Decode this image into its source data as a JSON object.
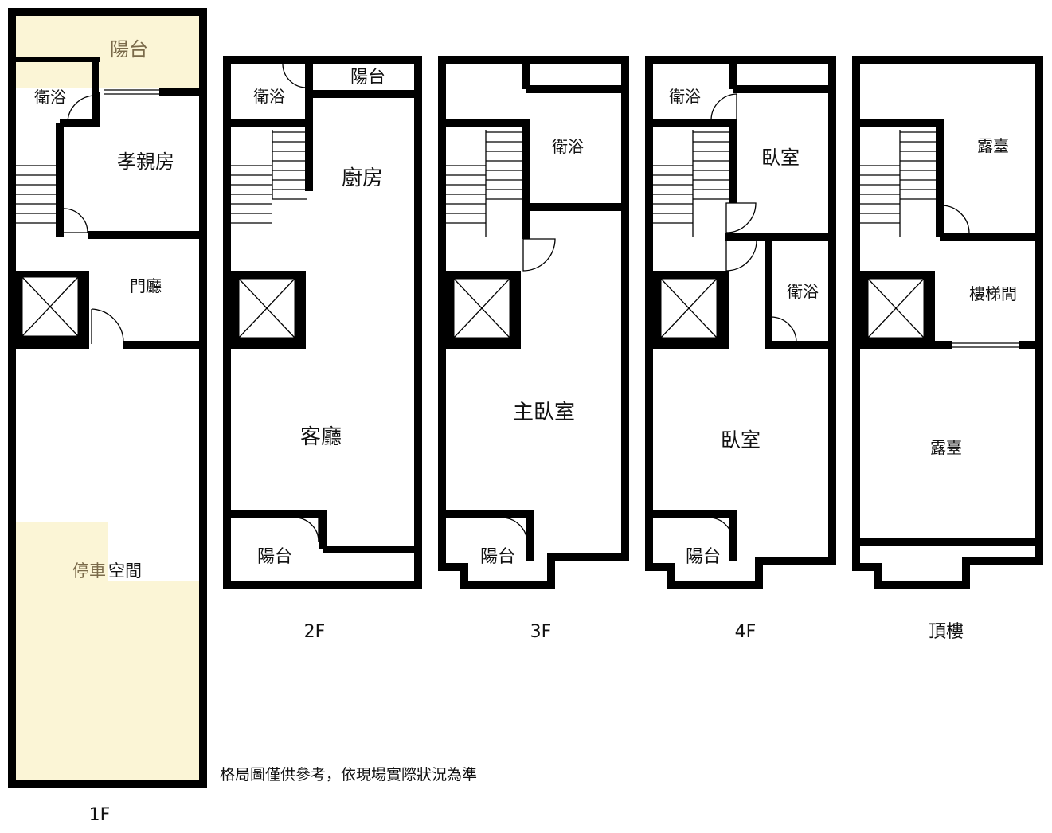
{
  "colors": {
    "wall": "#000000",
    "highlight": "#fbf5d6",
    "background": "#ffffff"
  },
  "floors": [
    {
      "name": "1F",
      "rooms": {
        "balcony": "陽台",
        "bath": "衛浴",
        "parents_room": "孝親房",
        "foyer": "門廳",
        "parking_a": "停車",
        "parking_b": "空間"
      }
    },
    {
      "name": "2F",
      "rooms": {
        "bath": "衛浴",
        "balcony_top": "陽台",
        "kitchen": "廚房",
        "living": "客廳",
        "balcony_bottom": "陽台"
      }
    },
    {
      "name": "3F",
      "rooms": {
        "bath": "衛浴",
        "master": "主臥室",
        "balcony": "陽台"
      }
    },
    {
      "name": "4F",
      "rooms": {
        "bath_top": "衛浴",
        "bedroom_top": "臥室",
        "bath_mid": "衛浴",
        "bedroom_main": "臥室",
        "balcony": "陽台"
      }
    },
    {
      "name": "頂樓",
      "rooms": {
        "terrace_top": "露臺",
        "stairwell": "樓梯間",
        "terrace_main": "露臺"
      }
    }
  ],
  "note": "格局圖僅供參考，依現場實際狀況為準"
}
